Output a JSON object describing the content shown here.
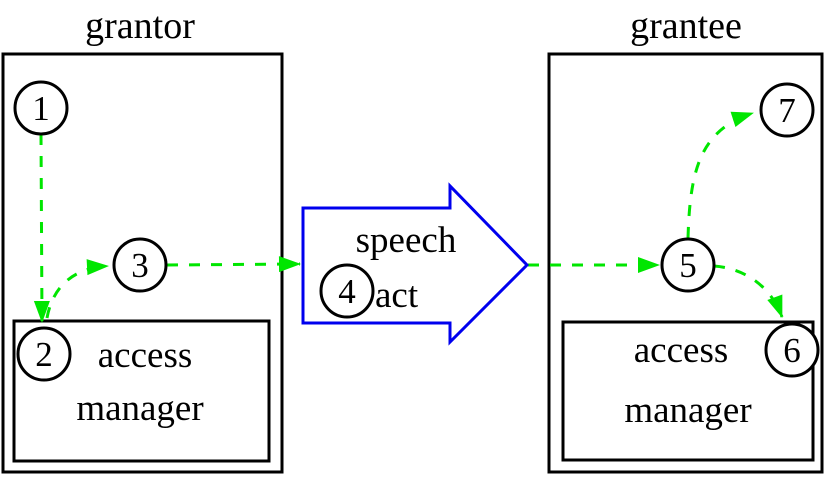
{
  "diagram": {
    "left_group": {
      "title": "grantor",
      "access_manager": {
        "line1": "access",
        "line2": "manager"
      }
    },
    "right_group": {
      "title": "grantee",
      "access_manager": {
        "line1": "access",
        "line2": "manager"
      }
    },
    "speech_act": {
      "line1": "speech",
      "line2": "act"
    },
    "nodes": {
      "n1": "1",
      "n2": "2",
      "n3": "3",
      "n4": "4",
      "n5": "5",
      "n6": "6",
      "n7": "7"
    },
    "colors": {
      "edge_green": "#00e600",
      "arrow_blue": "#0000ee",
      "line_black": "#000000",
      "background": "#ffffff"
    }
  }
}
